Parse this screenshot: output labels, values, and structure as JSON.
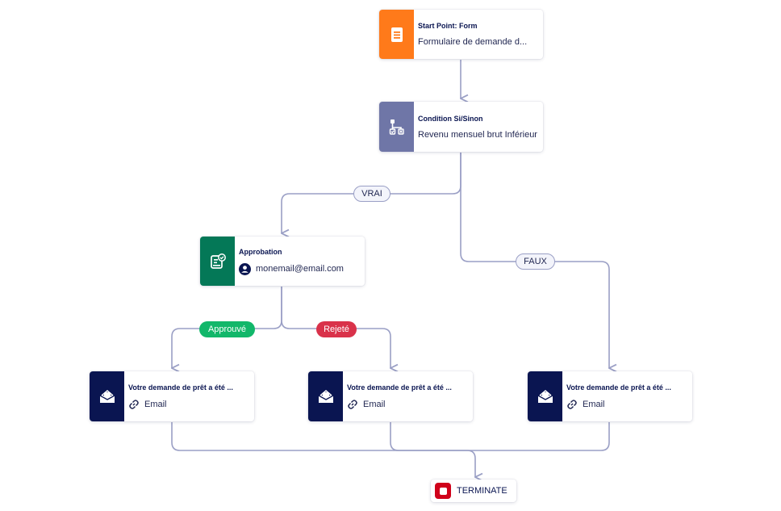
{
  "colors": {
    "edge": "#9a9fc5",
    "form_icon_bg": "#ff7a1a",
    "condition_icon_bg": "#6f76a7",
    "approval_icon_bg": "#047857",
    "email_icon_bg": "#0a1551",
    "terminate_icon_bg": "#d0021b",
    "approved_badge": "#12b76a",
    "rejected_badge": "#d9324a"
  },
  "nodes": {
    "start": {
      "title": "Start Point: Form",
      "subtitle": "Formulaire de demande d...",
      "icon": "form-icon"
    },
    "condition": {
      "title": "Condition Si/Sinon",
      "subtitle": "Revenu mensuel brut Inférieur",
      "icon": "branch-icon"
    },
    "approval": {
      "title": "Approbation",
      "subtitle": "monemail@email.com",
      "icon": "approval-icon",
      "sub_icon": "user-avatar-icon"
    },
    "email_approved": {
      "title": "Votre demande de prêt a été ...",
      "subtitle": "Email",
      "icon": "mail-icon",
      "sub_icon": "link-icon"
    },
    "email_rejected": {
      "title": "Votre demande de prêt a été ...",
      "subtitle": "Email",
      "icon": "mail-icon",
      "sub_icon": "link-icon"
    },
    "email_false": {
      "title": "Votre demande de prêt a été ...",
      "subtitle": "Email",
      "icon": "mail-icon",
      "sub_icon": "link-icon"
    },
    "terminate": {
      "label": "TERMINATE",
      "icon": "stop-icon"
    }
  },
  "edge_labels": {
    "true": "VRAI",
    "false": "FAUX",
    "approved": "Approuvé",
    "rejected": "Rejeté"
  }
}
